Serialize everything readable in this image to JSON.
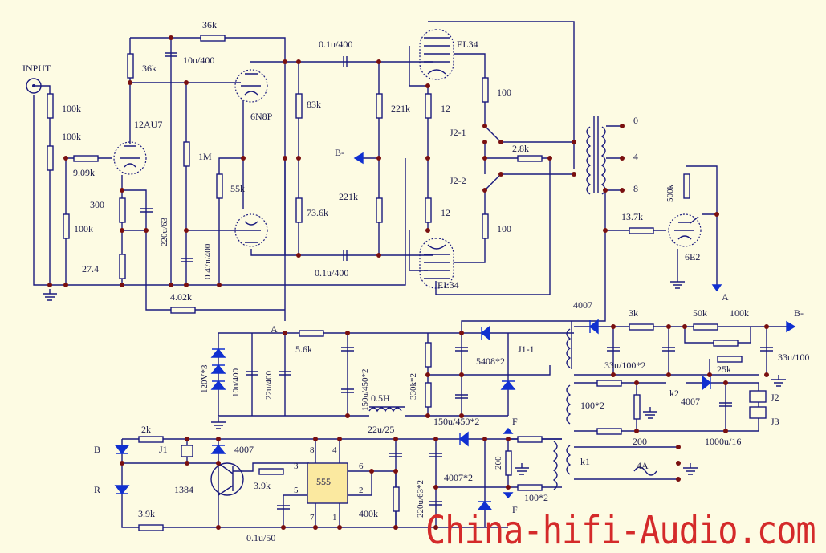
{
  "title": "EL34 Push-Pull Tube Amplifier Schematic",
  "watermark": "China-hifi-Audio.com",
  "colors": {
    "background": "#fdfbe3",
    "wire": "#1a1a7e",
    "junction": "#7a1010",
    "accent": "#1030d0",
    "watermark": "#d42a2a",
    "ic_fill": "#fbe9a0"
  },
  "input": {
    "label": "INPUT"
  },
  "tubes": {
    "v1": "12AU7",
    "v2": "6N8P",
    "v3": "EL34",
    "v4": "EL34",
    "v5": "6E2"
  },
  "labels": {
    "r_36k_top": "36k",
    "c_10u_400": "10u/400",
    "r_36k_plate": "36k",
    "r_100k_in": "100k",
    "pot_100k": "100k",
    "r_9_09k": "9.09k",
    "r_100k_grid": "100k",
    "r_300": "300",
    "c_220u_63": "220u/63",
    "r_27_4": "27.4",
    "r_1m": "1M",
    "r_55k": "55k",
    "c_047u_400": "0.47u/400",
    "r_4_02k": "4.02k",
    "c_01u_400_top": "0.1u/400",
    "c_01u_400_bot": "0.1u/400",
    "r_83k": "83k",
    "r_73_6k": "73.6k",
    "r_221k_top": "221k",
    "r_221k_bot": "221k",
    "bminus_mid": "B-",
    "r_12_top": "12",
    "r_12_bot": "12",
    "r_100_top": "100",
    "r_100_bot": "100",
    "j2_1": "J2-1",
    "j2_2": "J2-2",
    "r_2_8k": "2.8k",
    "tap_0": "0",
    "tap_4": "4",
    "tap_8": "8",
    "r_13_7k": "13.7k",
    "r_500k": "500k",
    "node_a_right": "A",
    "d_4007_top": "4007",
    "node_a": "A",
    "r_5_6k": "5.6k",
    "z_120v": "120V*3",
    "c_10u_400_ps": "10u/400",
    "c_22u_400": "22u/400",
    "c_150u_450_l": "150u/450*2",
    "ind_0_5h": "0.5H",
    "r_330k": "330k*2",
    "c_150u_450_r": "150u/450*2",
    "d_5408": "5408*2",
    "j1_1": "J1-1",
    "c_22u_25": "22u/25",
    "r_3k": "3k",
    "r_50k": "50k",
    "r_100k_b": "100k",
    "bminus_right": "B-",
    "c_33u_100_2": "33u/100*2",
    "c_33u_100": "33u/100",
    "r_25k": "25k",
    "k2": "k2",
    "d_4007_b": "4007",
    "r_100_2": "100*2",
    "j2": "J2",
    "j3": "J3",
    "r_200": "200",
    "c_1000u_16": "1000u/16",
    "k1": "k1",
    "fuse_4a": "4A",
    "led_b": "B",
    "led_r": "R",
    "r_2k": "2k",
    "j1": "J1",
    "d_4007_c": "4007",
    "q_1384": "1384",
    "r_3_9k_b": "3.9k",
    "r_3_9k_a": "3.9k",
    "ic_555": "555",
    "pin_8": "8",
    "pin_4": "4",
    "pin_3": "3",
    "pin_6": "6",
    "pin_5": "5",
    "pin_2": "2",
    "pin_7": "7",
    "pin_1": "1",
    "r_400k": "400k",
    "c_01u_50": "0.1u/50",
    "c_220u_63_2": "220u/63*2",
    "d_4007_2": "4007*2",
    "pot_200": "200",
    "r_100_2b": "100*2",
    "f_top": "F",
    "f_bot": "F"
  }
}
